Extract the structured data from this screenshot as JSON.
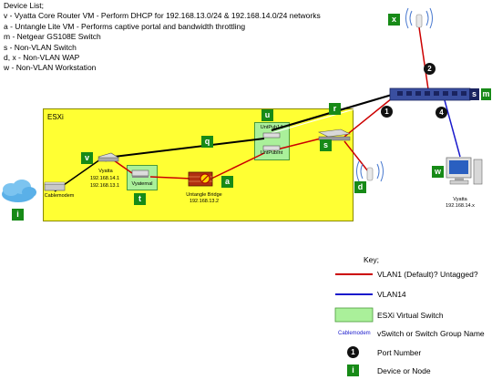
{
  "device_list": {
    "heading": "Device List;",
    "items": [
      "v - Vyatta Core Router VM - Perform DHCP for 192.168.13.0/24 & 192.168.14.0/24 networks",
      "a - Untangle Lite VM - Performs captive portal and bandwidth throttling",
      "m - Netgear GS108E Switch",
      "s - Non-VLAN Switch",
      "d, x - Non-VLAN WAP",
      "w - Non-VLAN Workstation"
    ]
  },
  "esxi": {
    "label": "ESXi"
  },
  "nodes": {
    "cablemodem": {
      "label": "Cablemodem",
      "tag": "i"
    },
    "vyatta_router": {
      "lines": [
        "Vyatta",
        "192.168.14.1",
        "192.168.13.1"
      ],
      "tag": "v"
    },
    "vyaternal": {
      "label": "Vyaternal",
      "tag": "t"
    },
    "untangle": {
      "lines": [
        "Untangle Bridge",
        "192.168.13.2"
      ],
      "tag": "a"
    },
    "q": {
      "tag": "q"
    },
    "undpub": {
      "top_label": "UntPub14",
      "bottom_label": "UntPubInt",
      "tag": "u"
    },
    "r": {
      "tag": "r"
    },
    "switch_s": {
      "tag": "s"
    },
    "wap_d": {
      "tag": "d"
    },
    "wap_x": {
      "tag": "x"
    },
    "netgear": {
      "tag": "m",
      "extra_tag": "s"
    },
    "workstation": {
      "lines": [
        "Vyatta",
        "192.168.14.x"
      ],
      "tag": "w"
    }
  },
  "port_numbers": [
    "1",
    "2",
    "4"
  ],
  "key": {
    "heading": "Key;",
    "vlan1": "VLAN1 (Default)? Untagged?",
    "vlan14": "VLAN14",
    "esxi_vswitch": "ESXi Virtual Switch",
    "vswitch_sample": "Cablemodem",
    "vswitch_name": "vSwitch or Switch Group Name",
    "port_number": "Port Number",
    "port_sample": "1",
    "device": "Device or Node",
    "device_sample": "i"
  },
  "colors": {
    "vlan1": "#cc0000",
    "vlan14": "#1a1acc",
    "trunk": "#000000",
    "esxi_bg": "#ffff33",
    "vswitch": "#aaf09a",
    "tag_bg": "#178a17"
  },
  "icons": {
    "cloud": "cloud-icon",
    "wap": "wireless-ap-icon",
    "switch": "network-switch-icon",
    "pc": "workstation-icon",
    "firewall": "firewall-icon",
    "router": "router-icon"
  }
}
